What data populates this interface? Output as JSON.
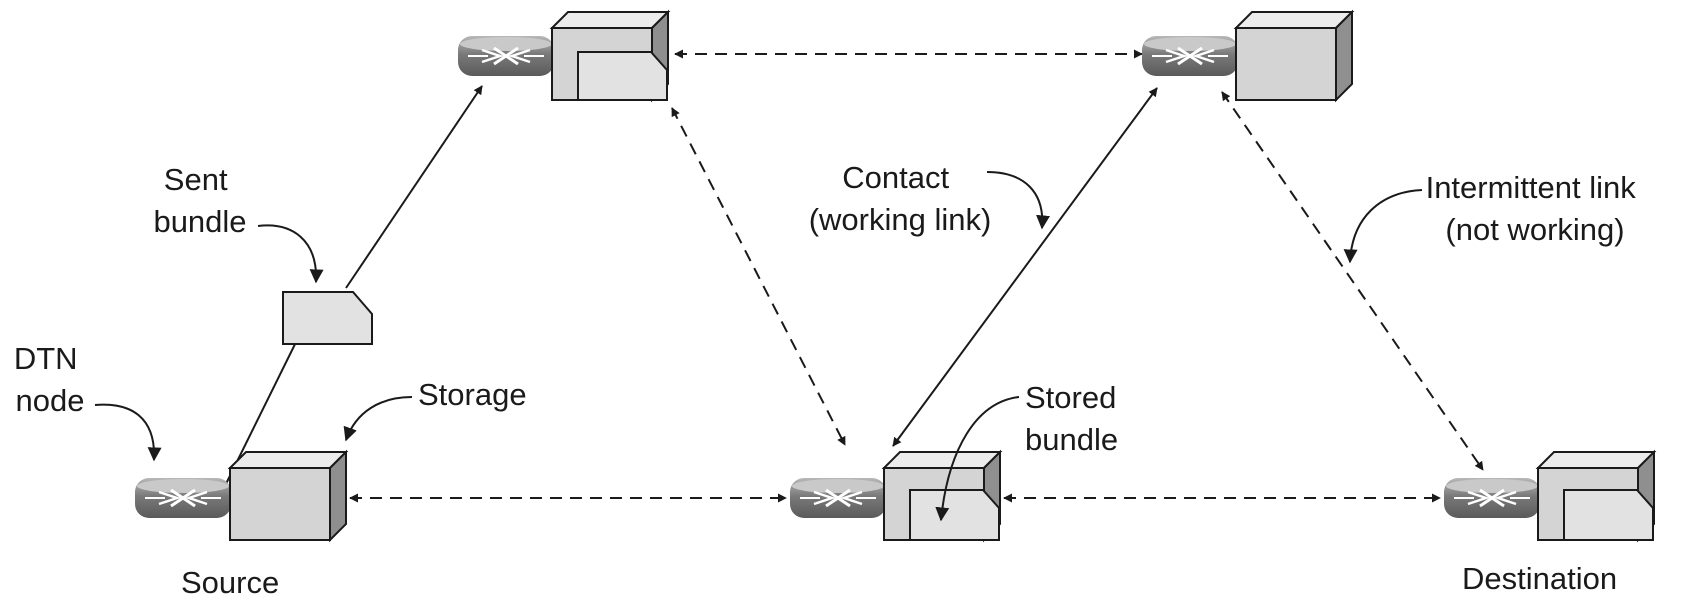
{
  "nodes": {
    "source": {
      "caption": "Source"
    },
    "destination": {
      "caption": "Destination"
    }
  },
  "labels": {
    "dtn_node": [
      "DTN",
      "node"
    ],
    "storage": "Storage",
    "sent_bundle": [
      "Sent",
      "bundle"
    ],
    "contact": [
      "Contact",
      "(working link)"
    ],
    "intermittent": [
      "Intermittent link",
      "(not working)"
    ],
    "stored_bundle": [
      "Stored",
      "bundle"
    ]
  }
}
